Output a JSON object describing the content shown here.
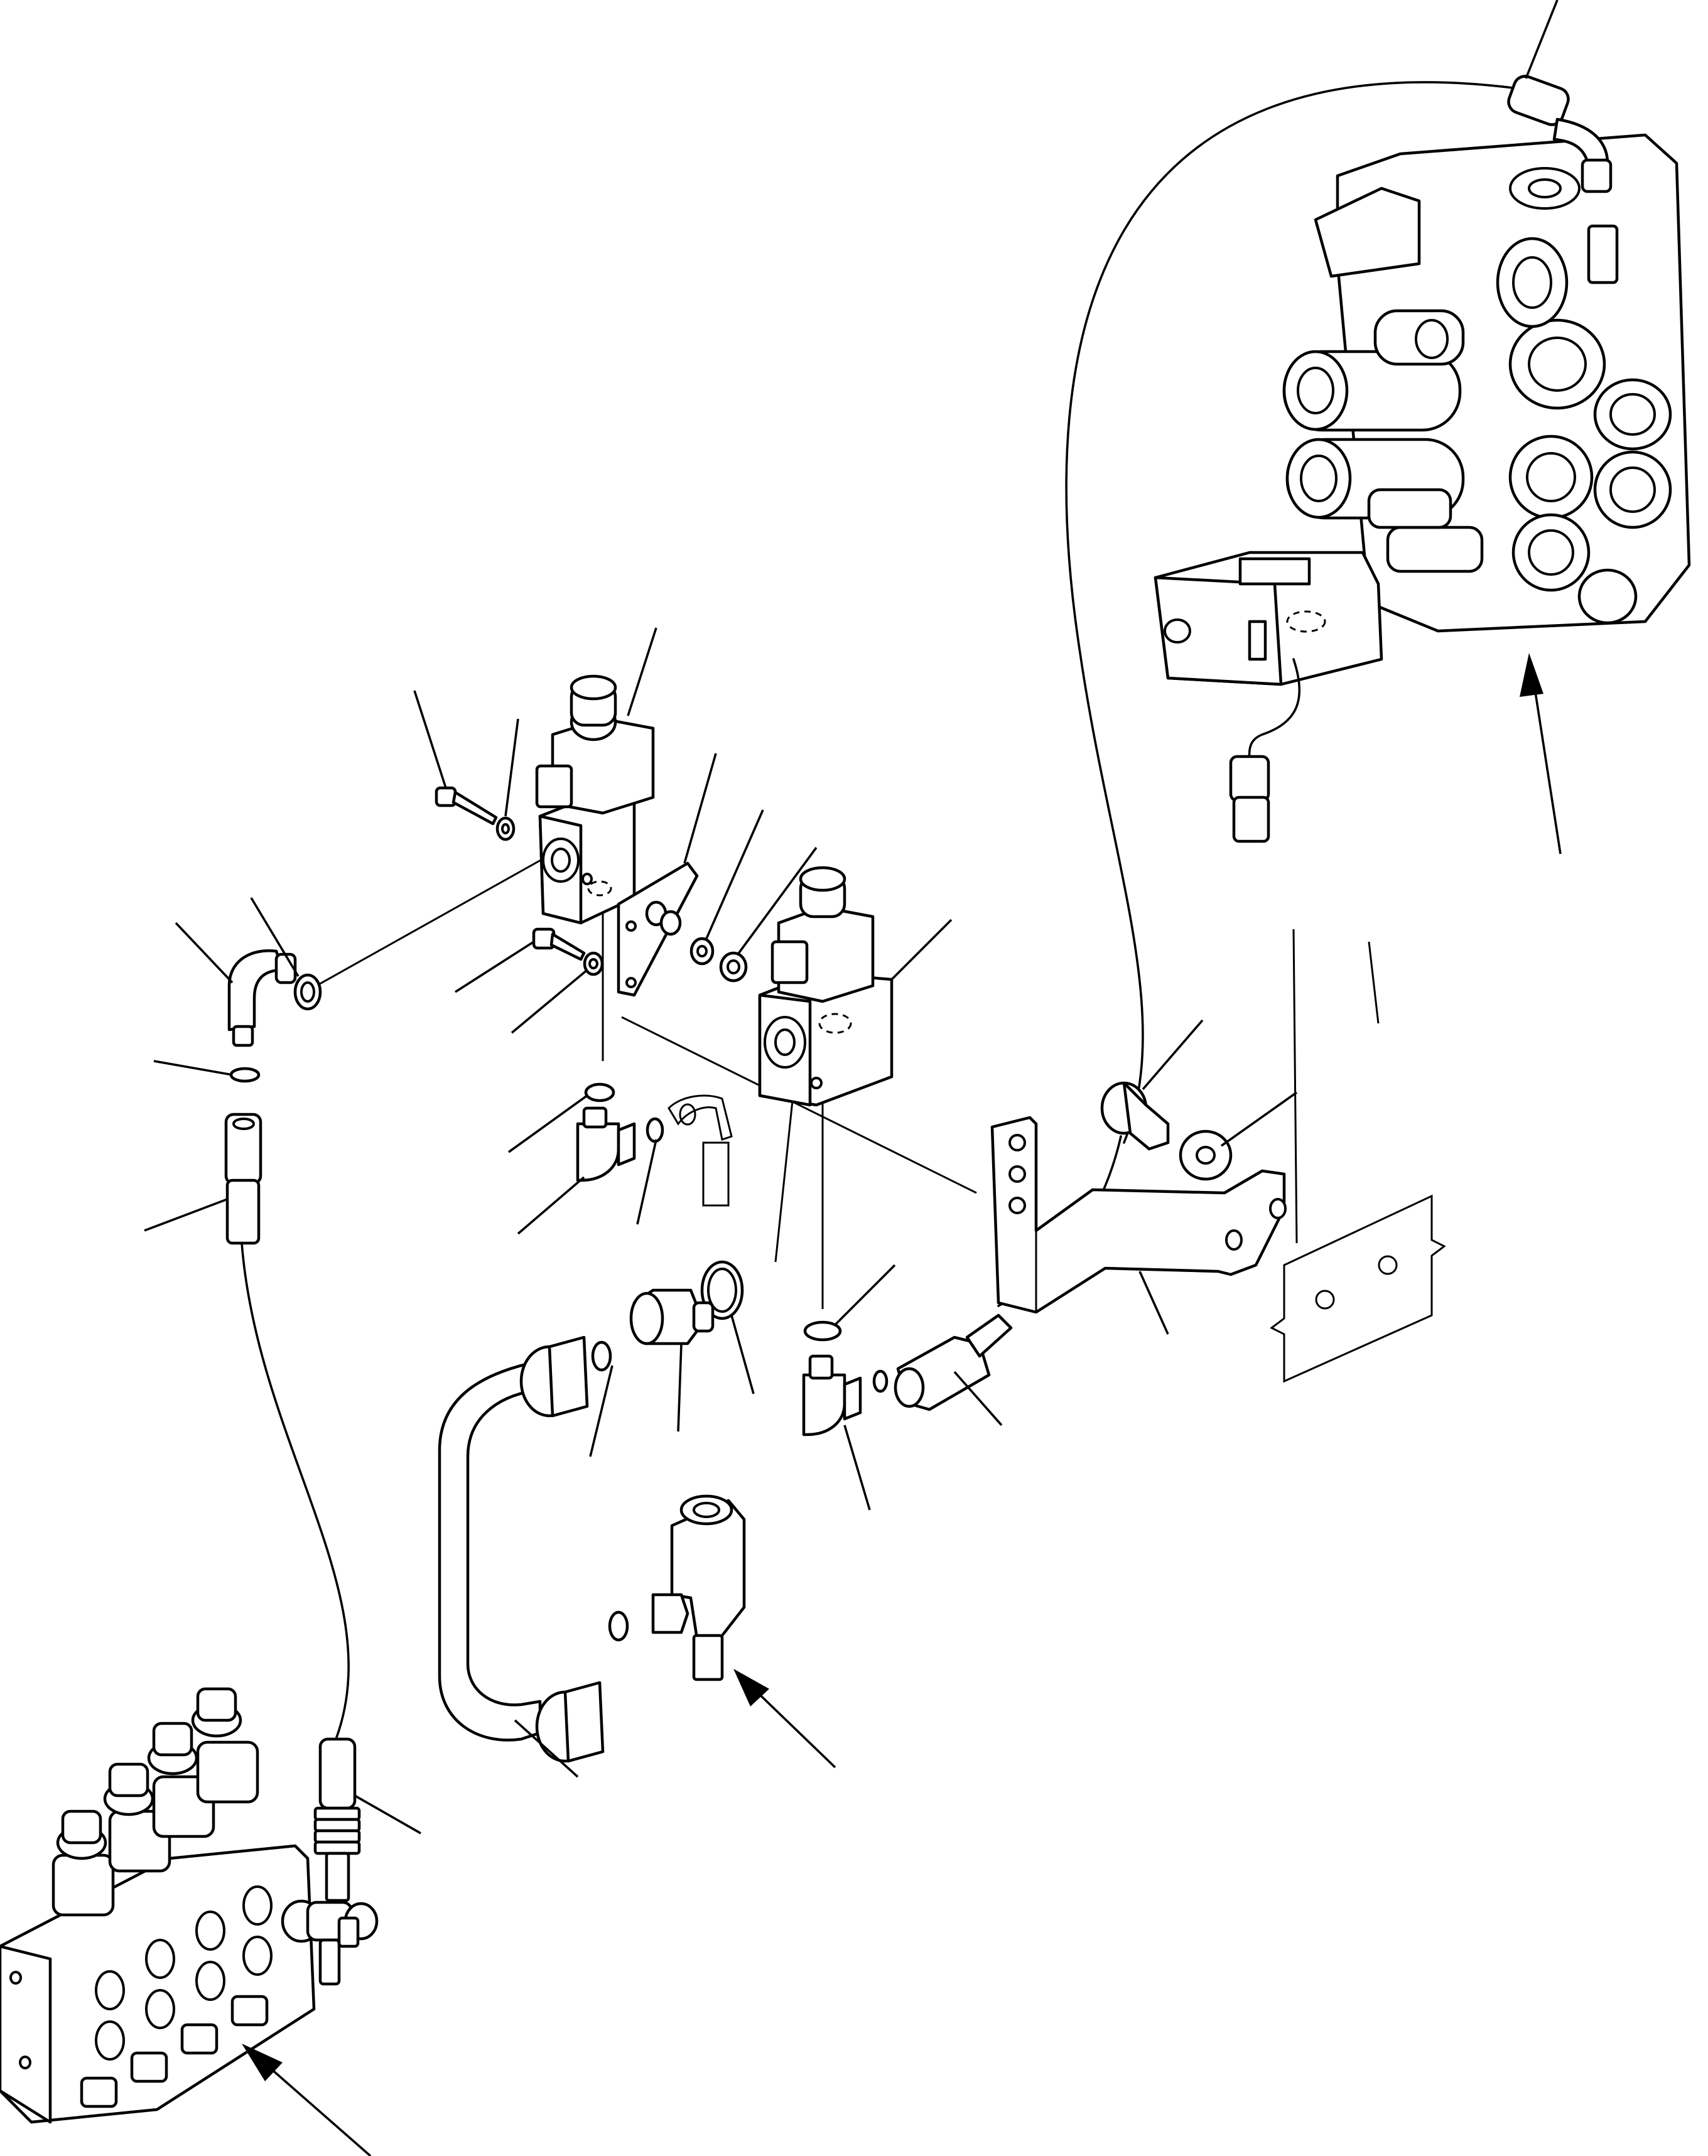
{
  "diagram": {
    "type": "exploded-parts-diagram",
    "text_labels": [],
    "callouts": {
      "item_count": 24,
      "numbers_printed": false
    },
    "view_arrows": [
      "main-control-valve",
      "tee-fitting",
      "solenoid-valve-bank"
    ],
    "components": [
      "main-control-valve",
      "solenoid-valve-bank",
      "solenoid-valve-upper",
      "solenoid-valve-lower",
      "mounting-bracket",
      "cab-frame",
      "bent-tube",
      "tee-fitting",
      "hoses",
      "elbows",
      "adapters",
      "o-rings",
      "bolts",
      "washers",
      "nuts"
    ]
  }
}
